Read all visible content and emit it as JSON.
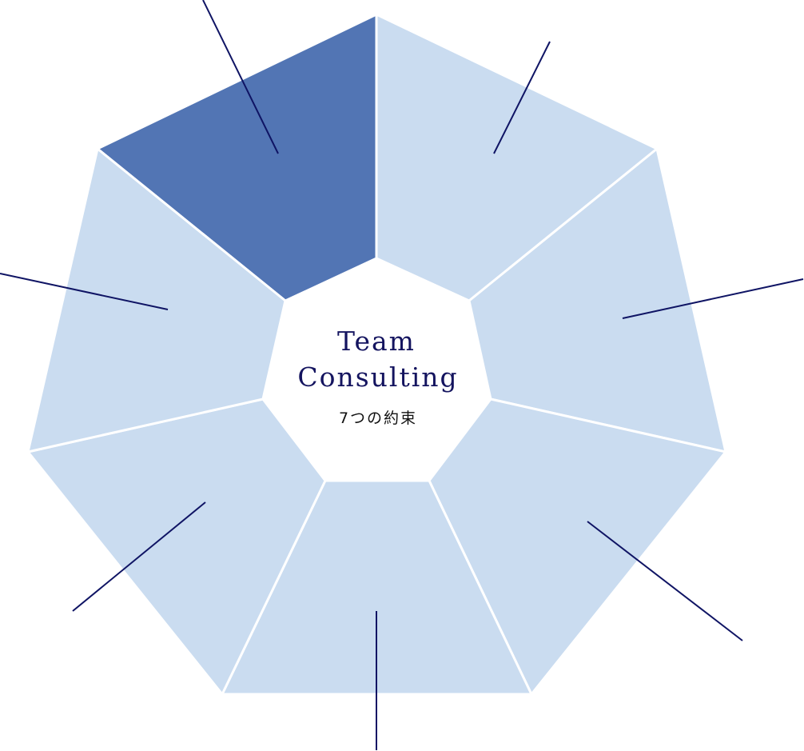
{
  "center": {
    "title_line1": "Team",
    "title_line2": "Consulting",
    "subtitle": "7つの約束"
  },
  "segments": [
    {
      "name": "segment-1",
      "highlighted": true
    },
    {
      "name": "segment-2",
      "highlighted": false
    },
    {
      "name": "segment-3",
      "highlighted": false
    },
    {
      "name": "segment-4",
      "highlighted": false
    },
    {
      "name": "segment-5",
      "highlighted": false
    },
    {
      "name": "segment-6",
      "highlighted": false
    },
    {
      "name": "segment-7",
      "highlighted": false
    }
  ],
  "colors": {
    "highlight": "#5275B4",
    "segment": "#CADCF0",
    "leader_line": "#0F1464",
    "title": "#14145F",
    "subtitle": "#111111"
  }
}
